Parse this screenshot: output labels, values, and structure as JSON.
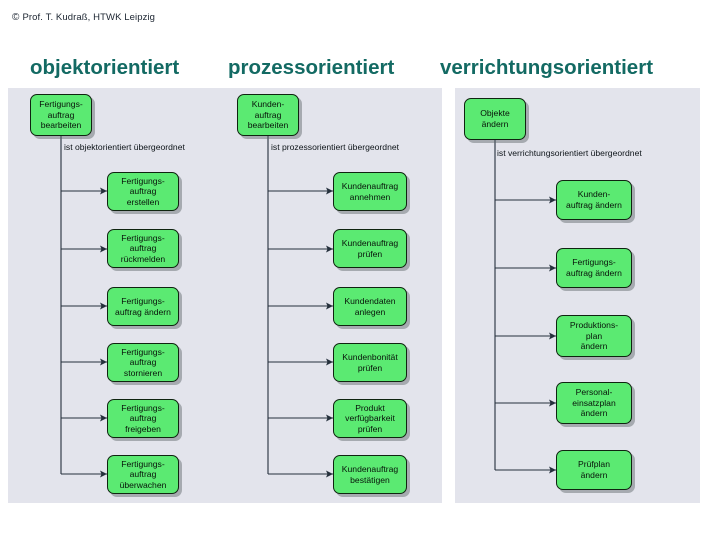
{
  "credit": {
    "symbol": "©",
    "text": "Prof. T. Kudraß, HTWK Leipzig"
  },
  "columns": [
    {
      "title": "objektorientiert",
      "root": "Fertigungs-\nauftrag\nbearbeiten",
      "relation_label": "ist objektorientiert übergeordnet",
      "children": [
        "Fertigungs-\nauftrag\nerstellen",
        "Fertigungs-\nauftrag\nrückmelden",
        "Fertigungs-\nauftrag ändern",
        "Fertigungs-\nauftrag\nstornieren",
        "Fertigungs-\nauftrag\nfreigeben",
        "Fertigungs-\nauftrag\nüberwachen"
      ]
    },
    {
      "title": "prozessorientiert",
      "root": "Kunden-\nauftrag\nbearbeiten",
      "relation_label": "ist prozessorientiert übergeordnet",
      "children": [
        "Kundenauftrag\nannehmen",
        "Kundenauftrag\nprüfen",
        "Kundendaten\nanlegen",
        "Kundenbonität\nprüfen",
        "Produkt\nverfügbarkeit\nprüfen",
        "Kundenauftrag\nbestätigen"
      ]
    },
    {
      "title": "verrichtungsorientiert",
      "root": "Objekte\nändern",
      "relation_label": "ist verrichtungsorientiert übergeordnet",
      "children": [
        "Kunden-\nauftrag ändern",
        "Fertigungs-\nauftrag ändern",
        "Produktions-\nplan\nändern",
        "Personal-\neinsatzplan\nändern",
        "Prüfplan\nändern"
      ]
    }
  ],
  "colors": {
    "node_fill": "#5bea72",
    "node_border": "#0f2410",
    "panel_bg": "#e3e4ec",
    "title_color": "#136a63",
    "wire_color": "#25303c",
    "page_bg": "#ffffff"
  }
}
